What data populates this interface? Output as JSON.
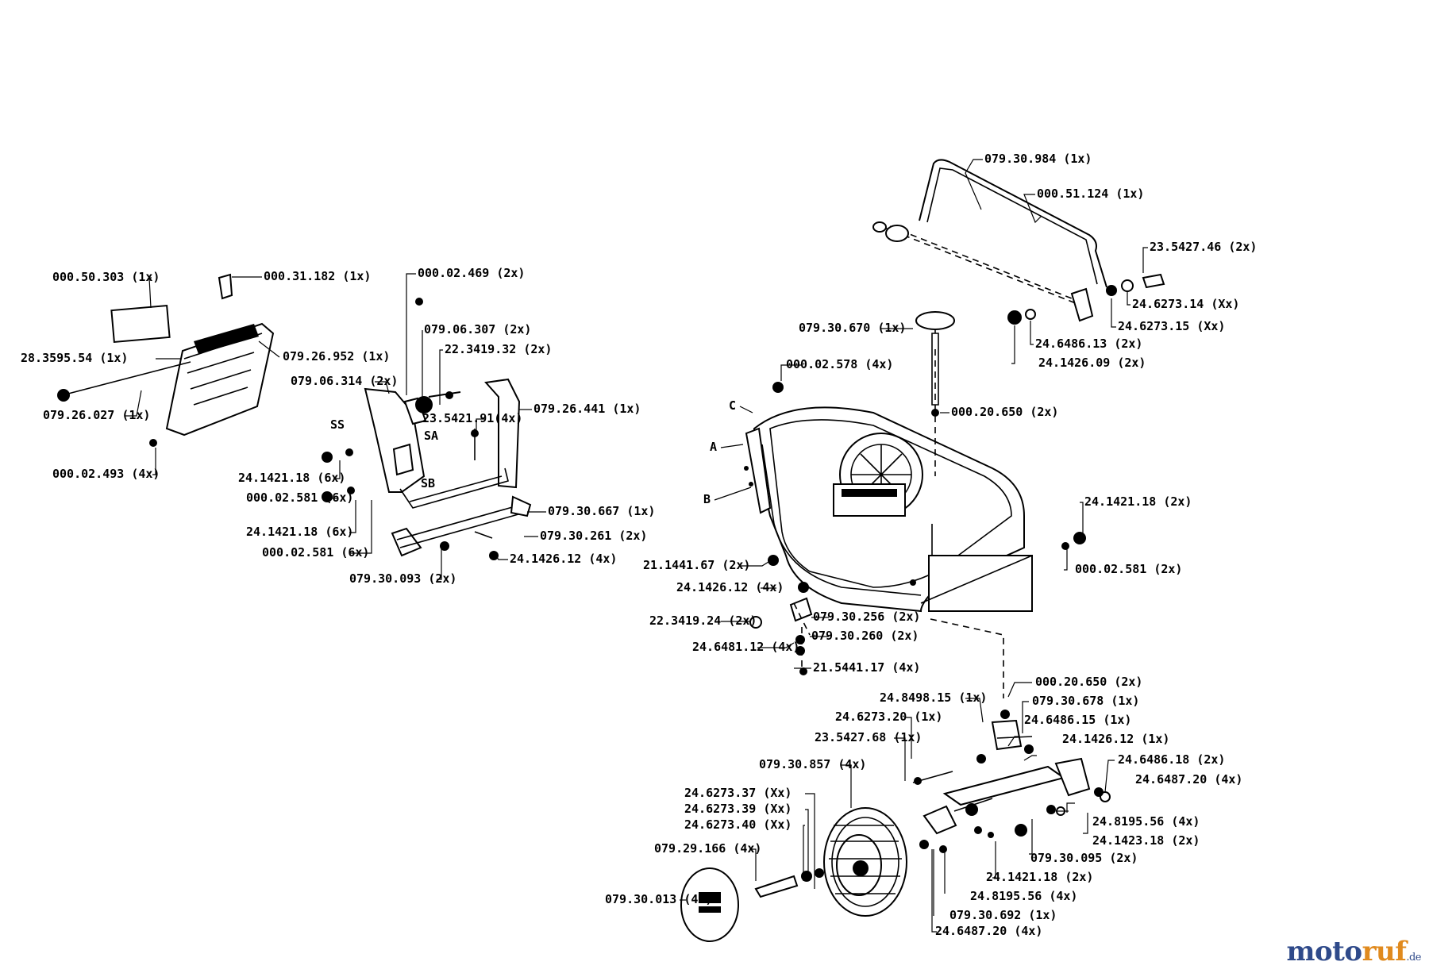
{
  "labels": {
    "l01": "079.30.984 (1x)",
    "l02": "000.51.124 (1x)",
    "l03": "23.5427.46 (2x)",
    "l04": "24.6273.14 (Xx)",
    "l05": "24.6273.15 (Xx)",
    "l06": "24.6486.13 (2x)",
    "l07": "24.1426.09 (2x)",
    "l08": "079.30.670 (1x)",
    "l09": "000.02.578 (4x)",
    "l10": "000.20.650 (2x)",
    "l11": "24.1421.18 (2x)",
    "l12": "000.02.581 (2x)",
    "l13": "21.1441.67 (2x)",
    "l14": "24.1426.12 (4x)",
    "l15": "079.30.256 (2x)",
    "l16": "22.3419.24 (2x)",
    "l17": "079.30.260 (2x)",
    "l18": "24.6481.12 (4x)",
    "l19": "21.5441.17 (4x)",
    "l20": "000.20.650 (2x)",
    "l21": "24.8498.15 (1x)",
    "l22": "079.30.678 (1x)",
    "l23": "24.6273.20 (1x)",
    "l24": "24.6486.15 (1x)",
    "l25": "23.5427.68 (1x)",
    "l26": "24.1426.12 (1x)",
    "l27": "079.30.857 (4x)",
    "l28": "24.6486.18 (2x)",
    "l29": "24.6487.20 (4x)",
    "l30": "24.6273.37 (Xx)",
    "l31": "24.6273.39 (Xx)",
    "l32": "24.6273.40 (Xx)",
    "l33": "24.8195.56 (4x)",
    "l34": "24.1423.18 (2x)",
    "l35": "079.29.166 (4x)",
    "l36": "079.30.095 (2x)",
    "l37": "24.1421.18 (2x)",
    "l38": "24.8195.56 (4x)",
    "l39": "079.30.013 (4x)",
    "l40": "079.30.692 (1x)",
    "l41": "24.6487.20 (4x)",
    "l42": "000.50.303 (1x)",
    "l43": "000.31.182 (1x)",
    "l44": "28.3595.54 (1x)",
    "l45": "079.26.952 (1x)",
    "l46": "079.26.027 (1x)",
    "l47": "000.02.493 (4x)",
    "l48": "000.02.469 (2x)",
    "l49": "079.06.307 (2x)",
    "l50": "22.3419.32 (2x)",
    "l51": "079.06.314 (2x)",
    "l52": "079.26.441 (1x)",
    "l53": "23.5421.91(4x)",
    "l54": "24.1421.18 (6x)",
    "l55": "000.02.581 (6x)",
    "l56": "079.30.667 (1x)",
    "l57": "079.30.261 (2x)",
    "l58": "24.1421.18 (6x)",
    "l59": "000.02.581 (6x)",
    "l60": "24.1426.12 (4x)",
    "l61": "079.30.093 (2x)"
  },
  "refs": {
    "c": "C",
    "a": "A",
    "b": "B",
    "ss": "SS",
    "sa": "SA",
    "sb": "SB"
  },
  "watermark": {
    "part1": "moto",
    "part2": "ruf",
    "part3": ".de"
  }
}
